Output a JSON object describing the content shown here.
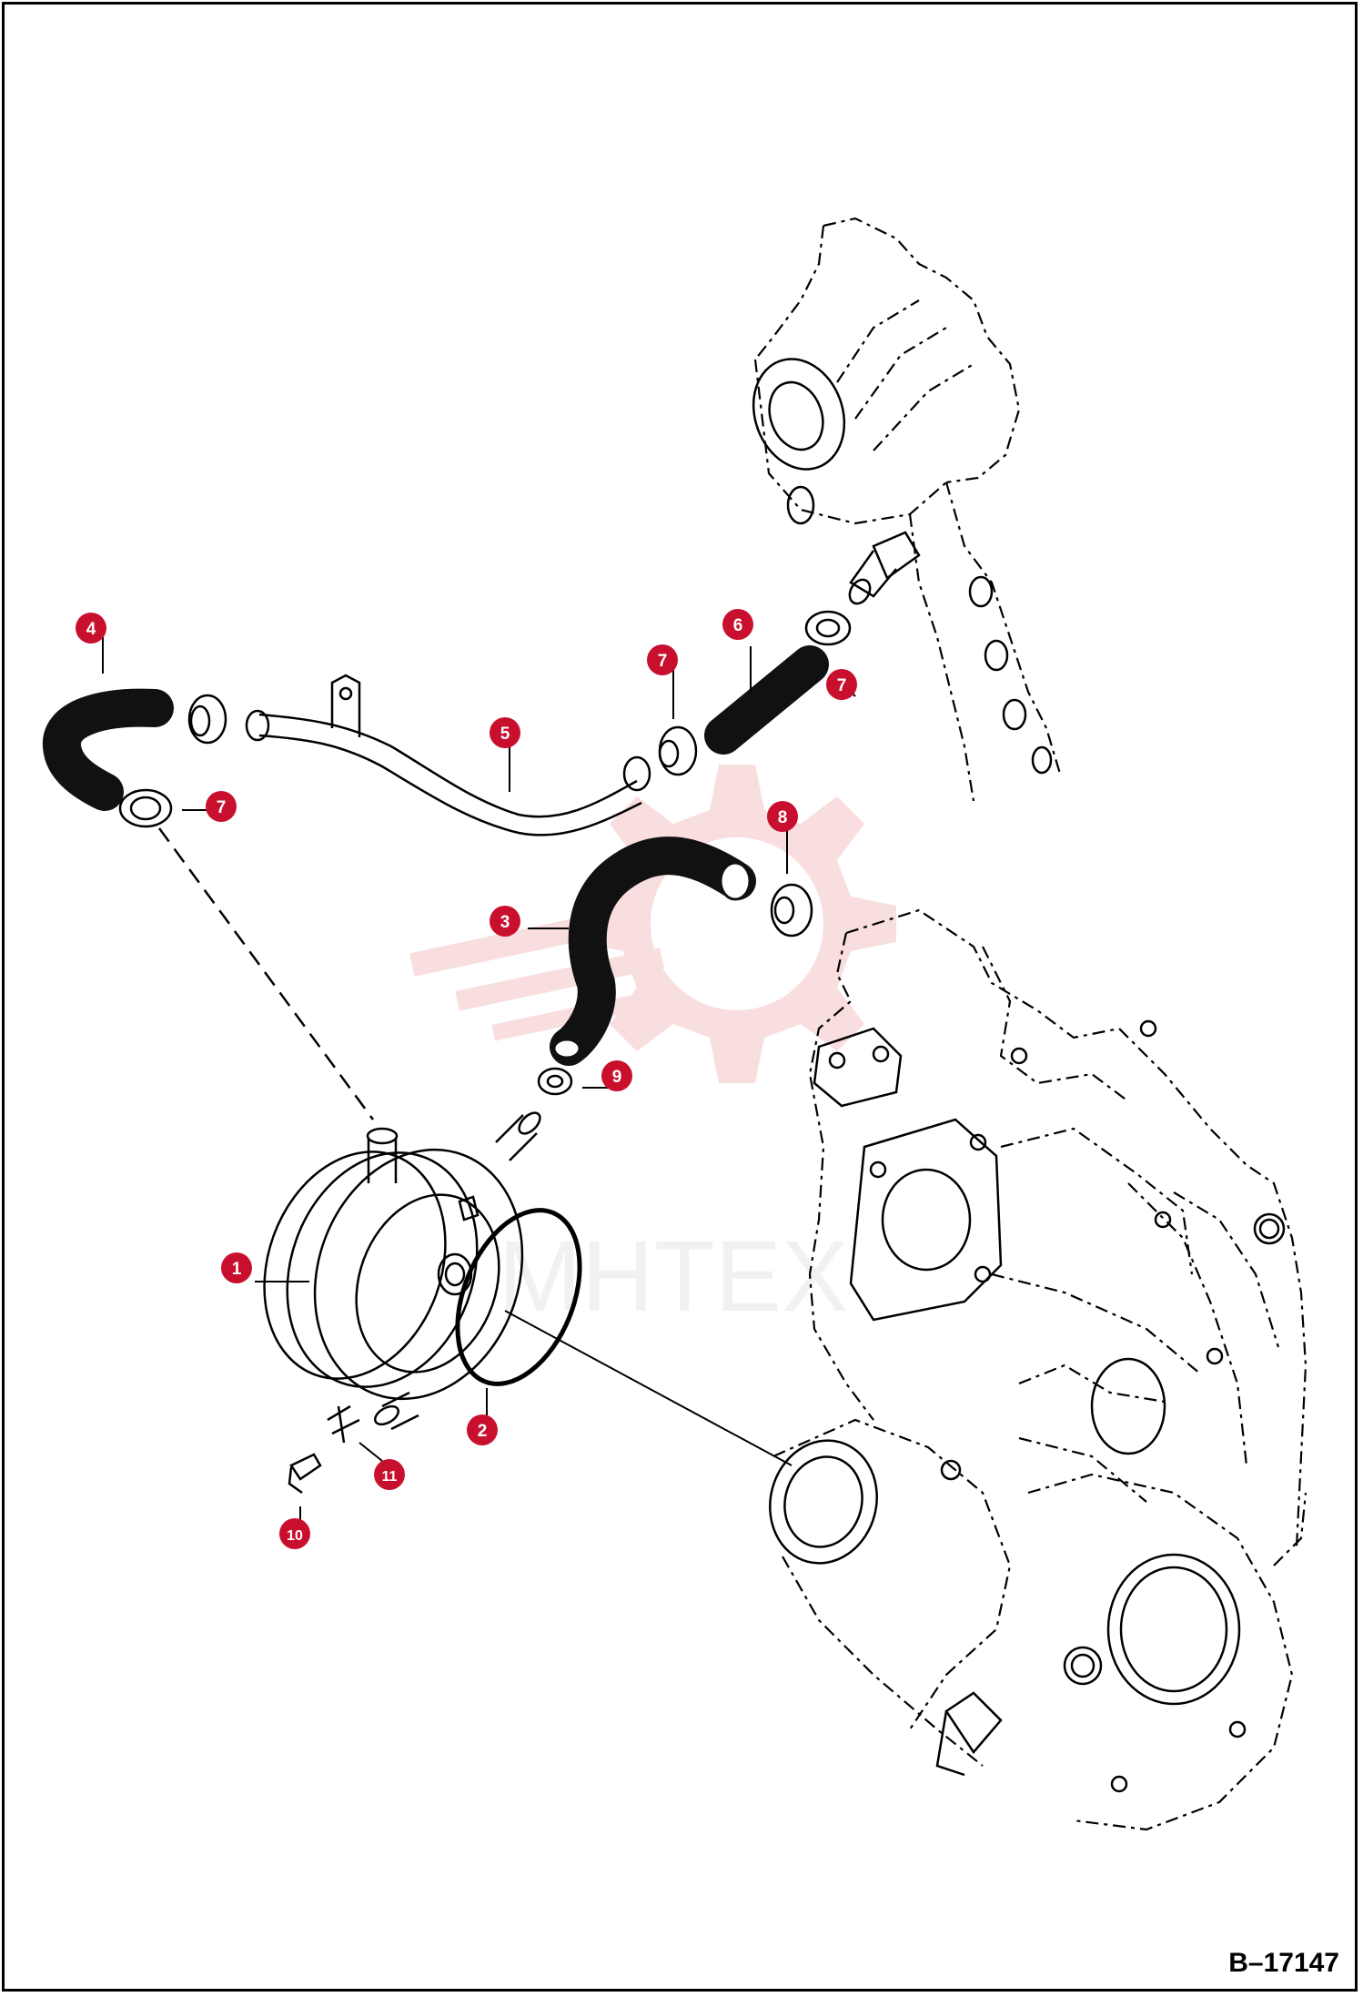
{
  "figure_ref": "B–17147",
  "watermark_text": "MHTEX",
  "callouts": [
    {
      "label": "1",
      "part": "oil-cooler"
    },
    {
      "label": "2",
      "part": "o-ring"
    },
    {
      "label": "3",
      "part": "hose"
    },
    {
      "label": "4",
      "part": "hose"
    },
    {
      "label": "5",
      "part": "pipe"
    },
    {
      "label": "6",
      "part": "hose"
    },
    {
      "label": "7",
      "part": "hose-clamp"
    },
    {
      "label": "7",
      "part": "hose-clamp"
    },
    {
      "label": "7",
      "part": "hose-clamp"
    },
    {
      "label": "8",
      "part": "hose-clamp"
    },
    {
      "label": "9",
      "part": "hose-clamp"
    },
    {
      "label": "10",
      "part": "bolt"
    },
    {
      "label": "11",
      "part": "washer"
    }
  ],
  "colors": {
    "callout": "#c8102e",
    "line": "#000000",
    "hose": "#111111",
    "watermark": "#f3c4c4"
  }
}
